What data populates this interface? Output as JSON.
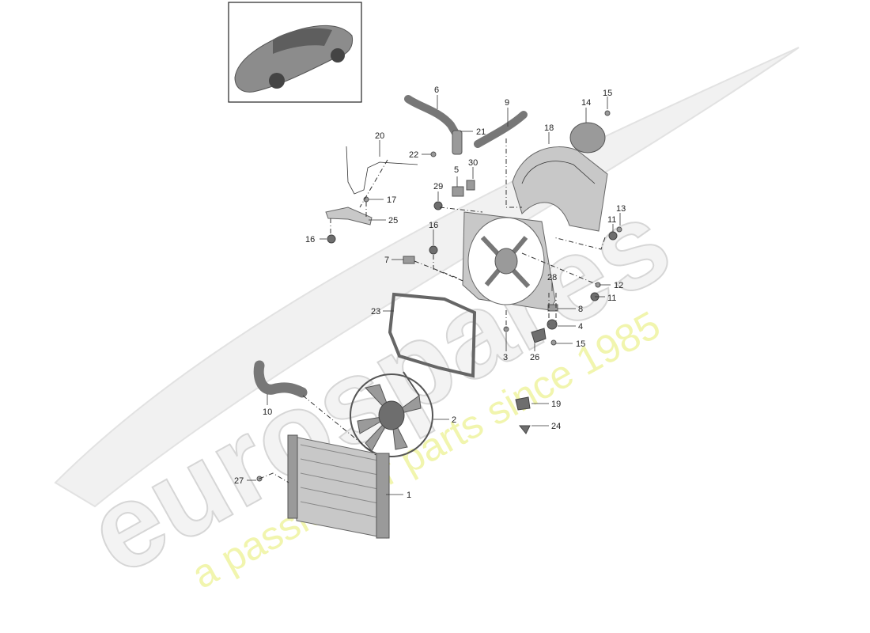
{
  "watermark": {
    "brand": "eurospares",
    "tagline": "a passion for parts since 1985"
  },
  "callouts": [
    "1",
    "2",
    "3",
    "4",
    "5",
    "6",
    "7",
    "8",
    "9",
    "10",
    "11",
    "11",
    "12",
    "13",
    "14",
    "15",
    "15",
    "16",
    "16",
    "17",
    "18",
    "19",
    "20",
    "21",
    "22",
    "23",
    "24",
    "25",
    "26",
    "27",
    "28",
    "29",
    "30"
  ]
}
